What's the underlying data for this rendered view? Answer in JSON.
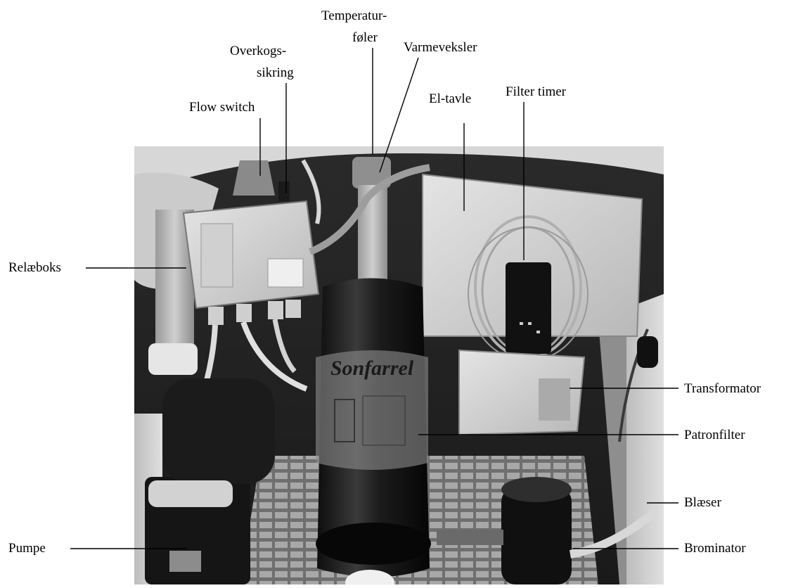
{
  "labels": {
    "temperaturfoler_line1": "Temperatur-",
    "temperaturfoler_line2": "føler",
    "overkogssikring_line1": "Overkogs-",
    "overkogssikring_line2": "sikring",
    "flow_switch": "Flow switch",
    "varmeveksler": "Varmeveksler",
    "el_tavle": "El-tavle",
    "filter_timer": "Filter timer",
    "relaeboks": "Relæboks",
    "transformator": "Transformator",
    "patronfilter": "Patronfilter",
    "blaeser": "Blæser",
    "pumpe": "Pumpe",
    "brominator": "Brominator"
  },
  "photo_text": {
    "cartridge_brand": "Sonfarrel"
  }
}
